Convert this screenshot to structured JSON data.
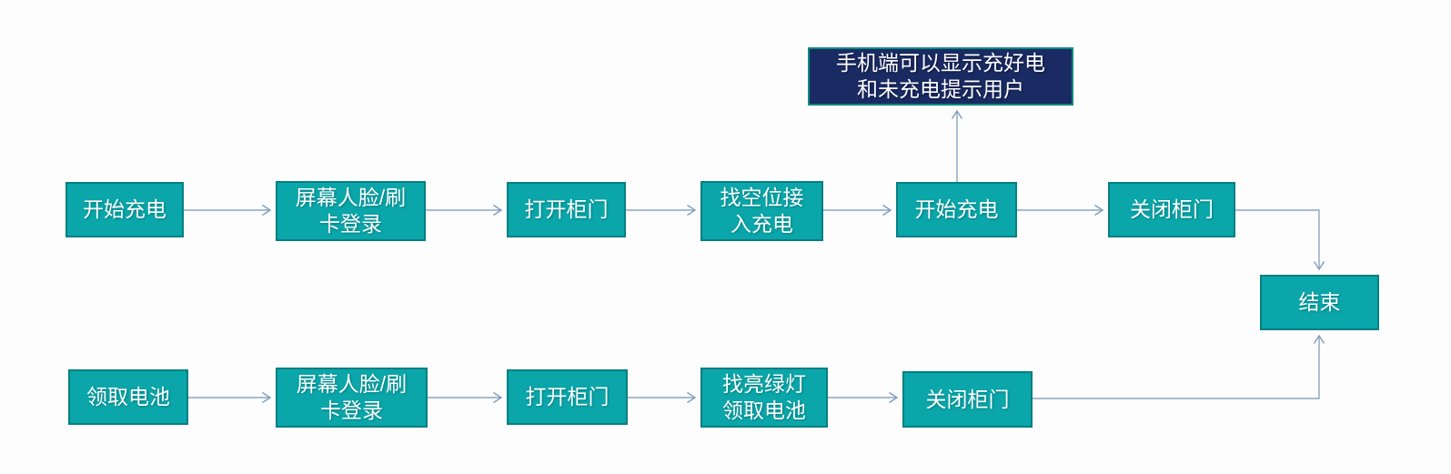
{
  "diagram": {
    "type": "flowchart",
    "background": "#fdfdfd",
    "colors": {
      "node_fill": "#0aa6aa",
      "node_border": "#067f82",
      "note_fill": "#1a2b63",
      "note_border": "#0e8a80",
      "node_text": "#ffffff",
      "arrow": "#86a5c0"
    }
  },
  "charging_flow": {
    "steps": [
      {
        "label": "开始充电"
      },
      {
        "label": "屏幕人脸/刷\n卡登录"
      },
      {
        "label": "打开柜门"
      },
      {
        "label": "找空位接\n入充电"
      },
      {
        "label": "开始充电"
      },
      {
        "label": "关闭柜门"
      }
    ]
  },
  "pickup_flow": {
    "steps": [
      {
        "label": "领取电池"
      },
      {
        "label": "屏幕人脸/刷\n卡登录"
      },
      {
        "label": "打开柜门"
      },
      {
        "label": "找亮绿灯\n领取电池"
      },
      {
        "label": "关闭柜门"
      }
    ]
  },
  "note": {
    "label": "手机端可以显示充好电\n和未充电提示用户"
  },
  "end_node": {
    "label": "结束"
  },
  "connections": [
    {
      "from": "charging-step-1",
      "to": "charging-step-2"
    },
    {
      "from": "charging-step-2",
      "to": "charging-step-3"
    },
    {
      "from": "charging-step-3",
      "to": "charging-step-4"
    },
    {
      "from": "charging-step-4",
      "to": "charging-step-5"
    },
    {
      "from": "charging-step-5",
      "to": "charging-step-6"
    },
    {
      "from": "charging-step-5",
      "to": "note"
    },
    {
      "from": "charging-step-6",
      "to": "end"
    },
    {
      "from": "pickup-step-1",
      "to": "pickup-step-2"
    },
    {
      "from": "pickup-step-2",
      "to": "pickup-step-3"
    },
    {
      "from": "pickup-step-3",
      "to": "pickup-step-4"
    },
    {
      "from": "pickup-step-4",
      "to": "pickup-step-5"
    },
    {
      "from": "pickup-step-5",
      "to": "end"
    }
  ]
}
